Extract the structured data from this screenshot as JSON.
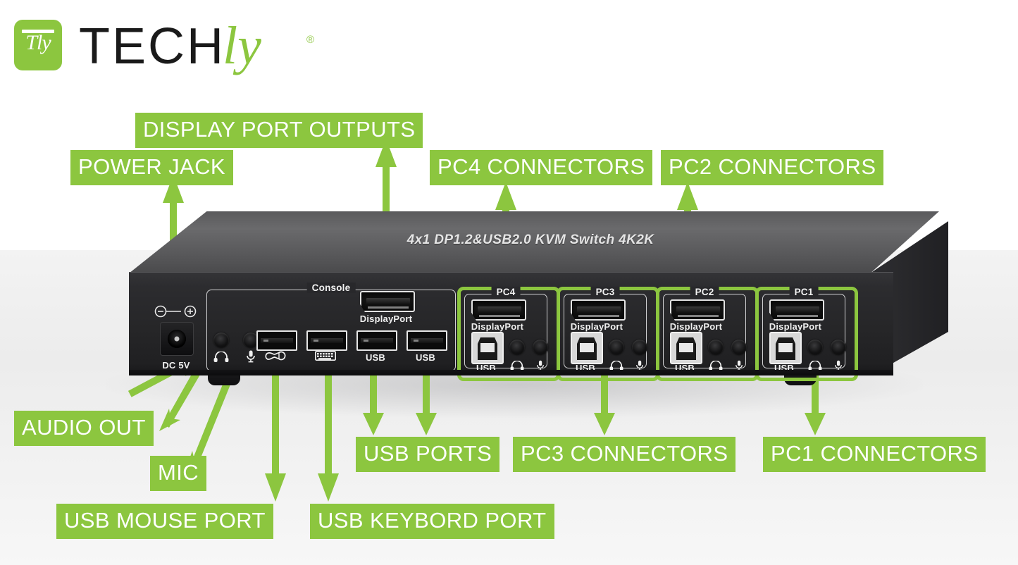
{
  "brand": {
    "mark_text": "Tly",
    "word_primary": "TECH",
    "word_script": "ly",
    "registered": "®",
    "green": "#8CC63F"
  },
  "device": {
    "top_label": "4x1 DP1.2&USB2.0 KVM Switch 4K2K",
    "console": {
      "title": "Console",
      "power": {
        "label": "DC 5V",
        "polarity": "⊖‒⊕"
      },
      "audio_out_icon": "headphone-icon",
      "mic_icon": "microphone-icon",
      "mouse_icon": "mouse-icon",
      "keyboard_icon": "keyboard-icon",
      "displayport_label": "DisplayPort",
      "usb_labels": [
        "USB",
        "USB"
      ]
    },
    "pc_groups": [
      {
        "title": "PC4",
        "displayport_label": "DisplayPort",
        "usb_label": "USB",
        "headphone_icon": "headphone-icon",
        "mic_icon": "microphone-icon"
      },
      {
        "title": "PC3",
        "displayport_label": "DisplayPort",
        "usb_label": "USB",
        "headphone_icon": "headphone-icon",
        "mic_icon": "microphone-icon"
      },
      {
        "title": "PC2",
        "displayport_label": "DisplayPort",
        "usb_label": "USB",
        "headphone_icon": "headphone-icon",
        "mic_icon": "microphone-icon"
      },
      {
        "title": "PC1",
        "displayport_label": "DisplayPort",
        "usb_label": "USB",
        "headphone_icon": "headphone-icon",
        "mic_icon": "microphone-icon"
      }
    ]
  },
  "callouts": {
    "display_port_outputs": "DISPLAY PORT OUTPUTS",
    "power_jack": "POWER JACK",
    "pc4_connectors": "PC4 CONNECTORS",
    "pc2_connectors": "PC2 CONNECTORS",
    "audio_out": "AUDIO OUT",
    "mic": "MIC",
    "usb_mouse_port": "USB MOUSE PORT",
    "usb_keybord_port": "USB KEYBORD PORT",
    "usb_ports": "USB PORTS",
    "pc3_connectors": "PC3 CONNECTORS",
    "pc1_connectors": "PC1 CONNECTORS"
  }
}
